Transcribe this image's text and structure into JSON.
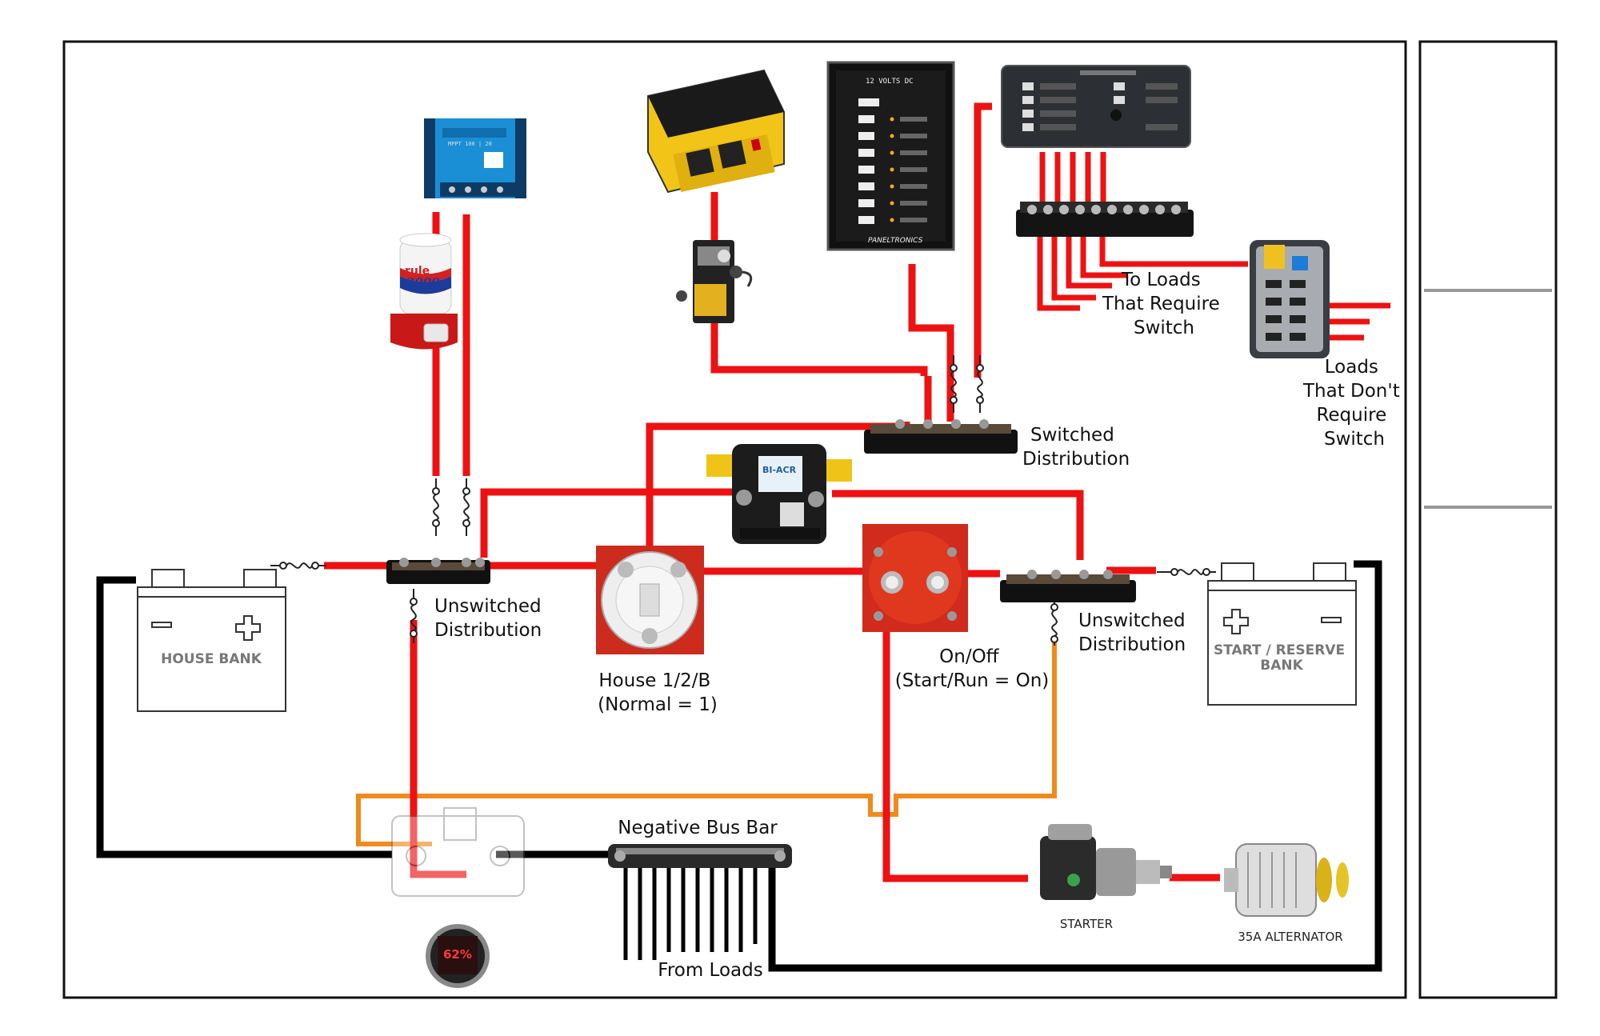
{
  "labels": {
    "switched_distribution": [
      "Switched",
      "Distribution"
    ],
    "unswitched_left": [
      "Unswitched",
      "Distribution"
    ],
    "unswitched_right": [
      "Unswitched",
      "Distribution"
    ],
    "house_switch": [
      "House 1/2/B",
      "(Normal = 1)"
    ],
    "onoff_switch": [
      "On/Off",
      "(Start/Run = On)"
    ],
    "loads_require_switch": [
      "To Loads",
      "That Require",
      "Switch"
    ],
    "loads_no_switch": [
      "Loads",
      "That Don't",
      "Require",
      "Switch"
    ],
    "negative_bus": "Negative Bus Bar",
    "from_loads": "From Loads",
    "starter": "STARTER",
    "alternator": "35A ALTERNATOR",
    "house_bank": "HOUSE BANK",
    "start_bank": [
      "START / RESERVE",
      "BANK"
    ]
  },
  "device_text": {
    "panel_title": "12 VOLTS DC",
    "panel_brand": "PANELTRONICS",
    "acr_label": "BI-ACR",
    "mppt_label": "MPPT 100 | 20",
    "pump_brand": "rule",
    "pump_model": "2000",
    "monitor_value": "62%"
  },
  "colors": {
    "positive_wire": "#ee1111",
    "negative_wire": "#000000",
    "sense_wire": "#f08a1c"
  }
}
